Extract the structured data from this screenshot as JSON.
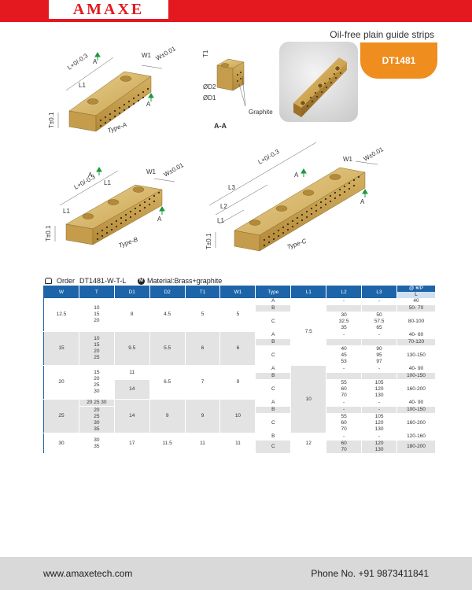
{
  "header": {
    "brand": "AMAXE"
  },
  "page_title": "Oil-free plain guide strips",
  "product_code": "DT1481",
  "drawings": {
    "type_a": "Type-A",
    "type_b": "Type-B",
    "type_c": "Type-C",
    "section": "A-A",
    "graphite": "Graphite",
    "arrow": "A",
    "w_tol": "W±0.01",
    "t_tol": "T±0.1",
    "l_tol": "L+0/-0.3",
    "w1": "W1",
    "l1": "L1",
    "l2": "L2",
    "l3": "L3",
    "t1": "T1",
    "d1": "ØD1",
    "d2": "ØD2"
  },
  "order": {
    "label": "Order",
    "code": "DT1481-W-T-L"
  },
  "material": {
    "badge": "M",
    "text": "Material:Brass+graphite"
  },
  "table": {
    "headers": [
      "W",
      "T",
      "D1",
      "D2",
      "T1",
      "W1",
      "Type",
      "L1",
      "L2",
      "L3"
    ],
    "price_header": "@ ¥/P",
    "price_sub": "L",
    "rows": [
      {
        "w": "12.5",
        "t": "10\n15\n20",
        "d1": "8",
        "d2": "4.5",
        "t1": "5",
        "w1": "5",
        "l1": "7.5",
        "types": [
          {
            "type": "A",
            "l2": "-",
            "l3": "-",
            "l": "40"
          },
          {
            "type": "B",
            "l2": "",
            "l3": "",
            "l": "50-  70"
          },
          {
            "type": "C",
            "l2": "30\n32.5\n35",
            "l3": "50\n57.5\n65",
            "l": "80-100"
          }
        ]
      },
      {
        "w": "15",
        "t": "10\n15\n20\n25",
        "d1": "9.5",
        "d2": "5.5",
        "t1": "6",
        "w1": "6",
        "types": [
          {
            "type": "A",
            "l2": "-",
            "l3": "-",
            "l": "40-  60"
          },
          {
            "type": "B",
            "l2": "",
            "l3": "",
            "l": "70-120"
          },
          {
            "type": "C",
            "l2": "40\n45\n53",
            "l3": "90\n95\n97",
            "l": "130-150"
          }
        ]
      },
      {
        "w": "20",
        "t": "15\n20\n25\n30",
        "d1": "11",
        "d1b": "14",
        "d2": "6.5",
        "t1": "7",
        "w1": "9",
        "l1": "10",
        "types": [
          {
            "type": "A",
            "l2": "-",
            "l3": "-",
            "l": "40-  90"
          },
          {
            "type": "B",
            "l2": "",
            "l3": "",
            "l": "100-150"
          },
          {
            "type": "C",
            "l2": "55\n60\n70",
            "l3": "105\n120\n130",
            "l": "160-200"
          }
        ]
      },
      {
        "w": "25",
        "t_a": "20  25  30",
        "t": "20\n25\n30\n35",
        "d1": "14",
        "d2": "9",
        "t1": "9",
        "w1": "10",
        "types": [
          {
            "type": "A",
            "l2": "-",
            "l3": "-",
            "l": "40-  90"
          },
          {
            "type": "B",
            "l2": "-",
            "l3": "-",
            "l": "100-150"
          },
          {
            "type": "C",
            "l2": "55\n60\n70",
            "l3": "105\n120\n130",
            "l": "160-200"
          }
        ]
      },
      {
        "w": "30",
        "t": "30\n35",
        "d1": "17",
        "d2": "11.5",
        "t1": "11",
        "w1": "11",
        "l1": "12",
        "types": [
          {
            "type": "B",
            "l2": "-",
            "l3": "-",
            "l": "120-160"
          },
          {
            "type": "C",
            "l2": "60\n70",
            "l3": "120\n130",
            "l": "180-200"
          }
        ]
      }
    ]
  },
  "footer": {
    "website": "www.amaxetech.com",
    "phone": "Phone No. +91 9873411841"
  },
  "colors": {
    "brand_red": "#e3191f",
    "accent_orange": "#ef8d1f",
    "table_blue": "#1d64a8",
    "brass": "#c8a34a"
  }
}
